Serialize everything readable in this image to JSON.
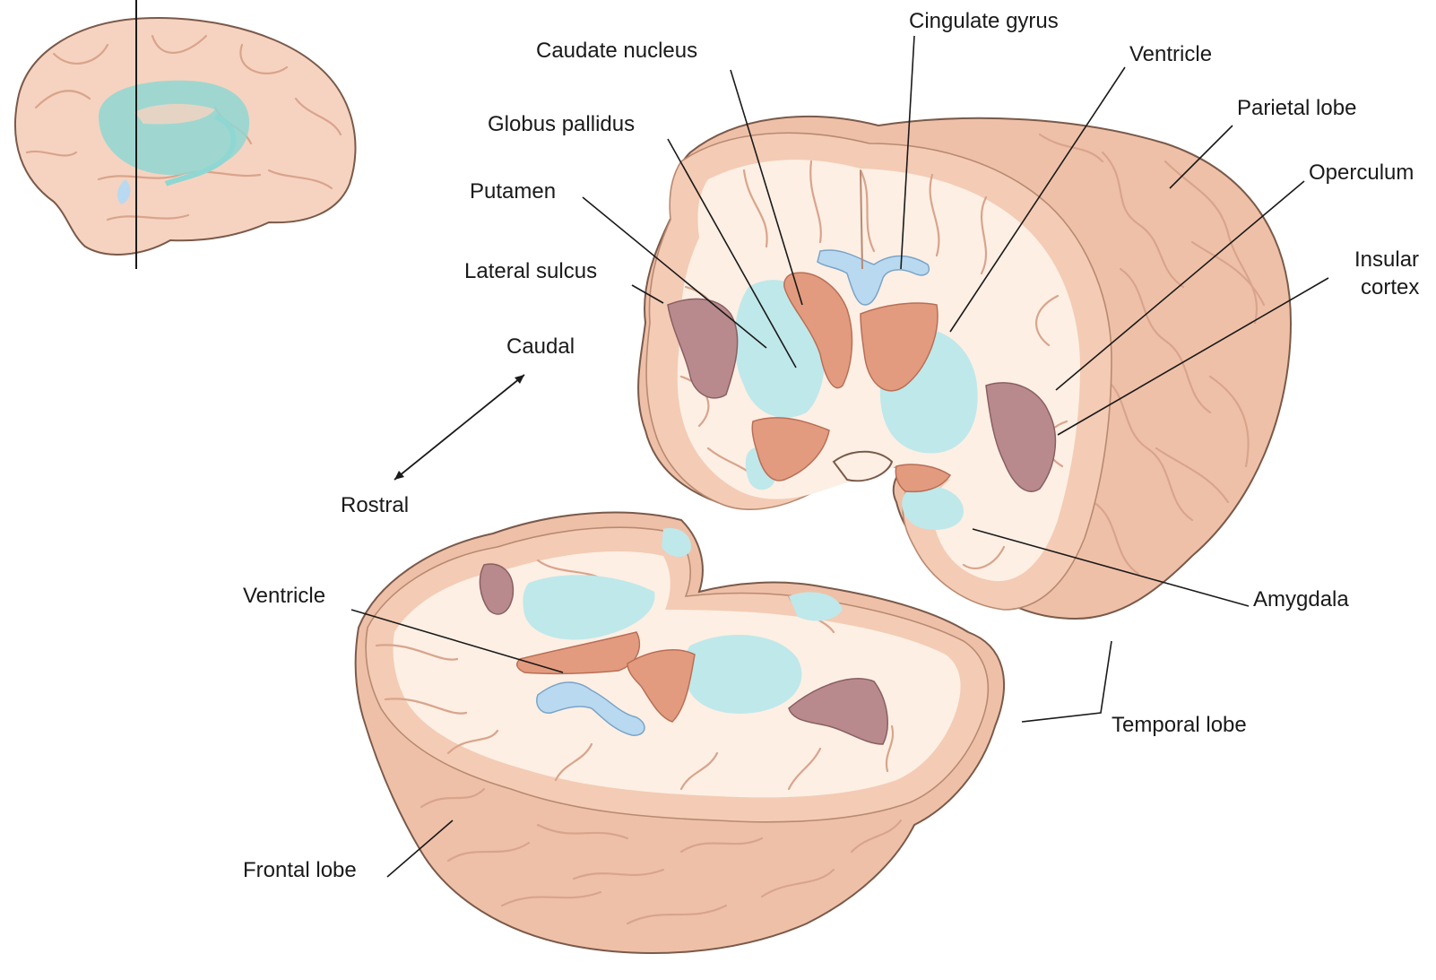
{
  "figure": {
    "labels": {
      "cingulate_gyrus": "Cingulate gyrus",
      "caudate_nucleus": "Caudate nucleus",
      "ventricle_top": "Ventricle",
      "parietal_lobe": "Parietal lobe",
      "globus_pallidus": "Globus pallidus",
      "operculum": "Operculum",
      "putamen": "Putamen",
      "insular_cortex_line1": "Insular",
      "insular_cortex_line2": "cortex",
      "lateral_sulcus": "Lateral sulcus",
      "caudal": "Caudal",
      "rostral": "Rostral",
      "ventricle_bottom": "Ventricle",
      "amygdala": "Amygdala",
      "temporal_lobe": "Temporal lobe",
      "frontal_lobe": "Frontal lobe"
    },
    "colors": {
      "brain_surface": "#f6d3c0",
      "white_matter": "#fdefe4",
      "basal_ganglia": "#bfe8ea",
      "ventricle": "#e39b7f",
      "insula": "#b98a8d",
      "lateral_ventricle_blue": "#b9d9f0"
    }
  }
}
